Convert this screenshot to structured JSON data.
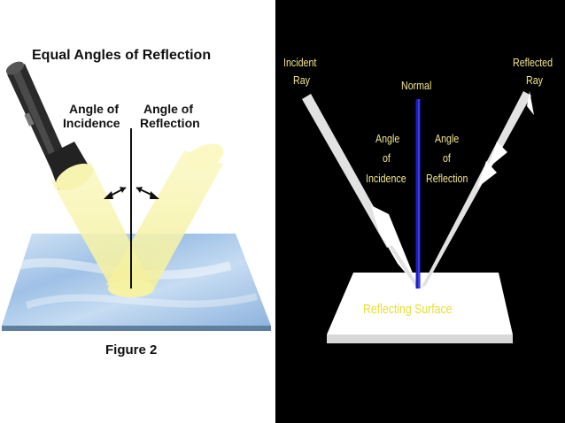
{
  "left_figure": {
    "title": "Equal Angles of Reflection",
    "angle_incidence_label": [
      "Angle of",
      "Incidence"
    ],
    "angle_reflection_label": [
      "Angle of",
      "Reflection"
    ],
    "caption": "Figure 2",
    "colors": {
      "beam": "#f6f3a6",
      "surface": "#b9d3ef",
      "normal": "#111111",
      "flashlight": "#2a2a2a"
    },
    "icons": [
      "flashlight-icon",
      "arrow-left-icon",
      "arrow-right-icon"
    ]
  },
  "right_figure": {
    "incident_ray_label": [
      "Incident",
      "Ray"
    ],
    "normal_label": "Normal",
    "reflected_ray_label": [
      "Reflected",
      "Ray"
    ],
    "angle_incidence_label": [
      "Angle",
      "of",
      "Incidence"
    ],
    "angle_reflection_label": [
      "Angle",
      "of",
      "Reflection"
    ],
    "surface_label": "Reflecting Surface",
    "colors": {
      "background": "#000000",
      "ray": "#e2e2e2",
      "normal": "#1c1cc8",
      "text": "#f3e98a",
      "surface_text": "#e6dd34"
    }
  }
}
